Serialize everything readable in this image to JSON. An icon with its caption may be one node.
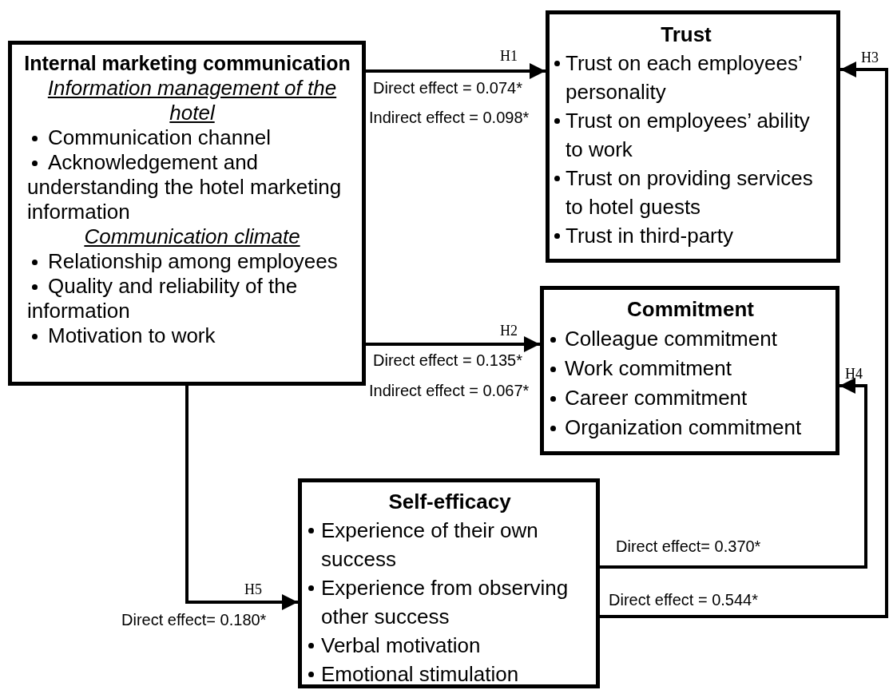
{
  "diagram": {
    "nodes": [
      {
        "text": [
          "Internal marketing communication",
          "Information management of the hotel",
          "Communication channel",
          "Acknowledgement and understanding the hotel marketing information",
          "Communication climate",
          "Relationship among employees",
          "Quality and reliability of the information",
          "Motivation to work"
        ]
      },
      {
        "text": [
          "Trust",
          "Trust on each employees’ personality",
          "Trust on employees’ ability to work",
          "Trust on providing services to hotel guests",
          "Trust in third-party"
        ]
      },
      {
        "text": [
          "Commitment",
          "Colleague commitment",
          "Work commitment",
          "Career commitment",
          "Organization commitment"
        ]
      },
      {
        "text": [
          "Self-efficacy",
          "Experience of their own success",
          "Experience from observing other success",
          "Verbal motivation",
          "Emotional stimulation"
        ]
      }
    ],
    "edges": [
      {
        "from": 0,
        "to": 1,
        "arrow": "to",
        "label": "H1"
      },
      {
        "from": 0,
        "to": 2,
        "arrow": "to",
        "label": "H2"
      },
      {
        "from": 3,
        "to": 1,
        "arrow": "to",
        "label": "H3"
      },
      {
        "from": 3,
        "to": 2,
        "arrow": "to",
        "label": "H4"
      },
      {
        "from": 0,
        "to": 3,
        "arrow": "to",
        "label": "H5"
      }
    ],
    "labels": [
      "Direct effect = 0.074*",
      "Indirect effect = 0.098*",
      "Direct effect = 0.135*",
      "Indirect effect = 0.067*",
      "Direct effect= 0.370*",
      "Direct effect = 0.544*",
      "Direct effect= 0.180*"
    ]
  }
}
